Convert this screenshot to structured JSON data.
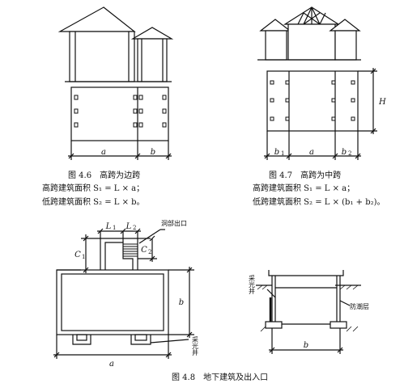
{
  "fig46": {
    "caption": "图 4.6　高跨为边跨",
    "formula1": "高跨建筑面积 S₁ = L × a；",
    "formula2": "低跨建筑面积 S₂ = L × b。",
    "dim_a": "a",
    "dim_b": "b"
  },
  "fig47": {
    "caption": "图 4.7　高跨为中跨",
    "formula1": "高跨建筑面积 S₁ = L × a；",
    "formula2": "低跨建筑面积 S₂ = L × (b₁ + b₂)。",
    "dim_b1": "b",
    "dim_b1_sub": "1",
    "dim_a": "a",
    "dim_b2": "b",
    "dim_b2_sub": "2",
    "dim_H": "H"
  },
  "fig48": {
    "caption": "图 4.8　地下建筑及出入口",
    "label_exit": "洞部出口",
    "label_L1": "L",
    "label_L1_sub": "1",
    "label_L2": "L",
    "label_L2_sub": "2",
    "label_C1": "C",
    "label_C1_sub": "1",
    "label_C2": "C",
    "label_C2_sub": "2",
    "dim_a": "a",
    "dim_b": "b",
    "label_lightwell_plan": "采光井",
    "label_lightwell_section": "采光井",
    "label_waterproof": "防潮层",
    "dim_b_section": "b"
  }
}
